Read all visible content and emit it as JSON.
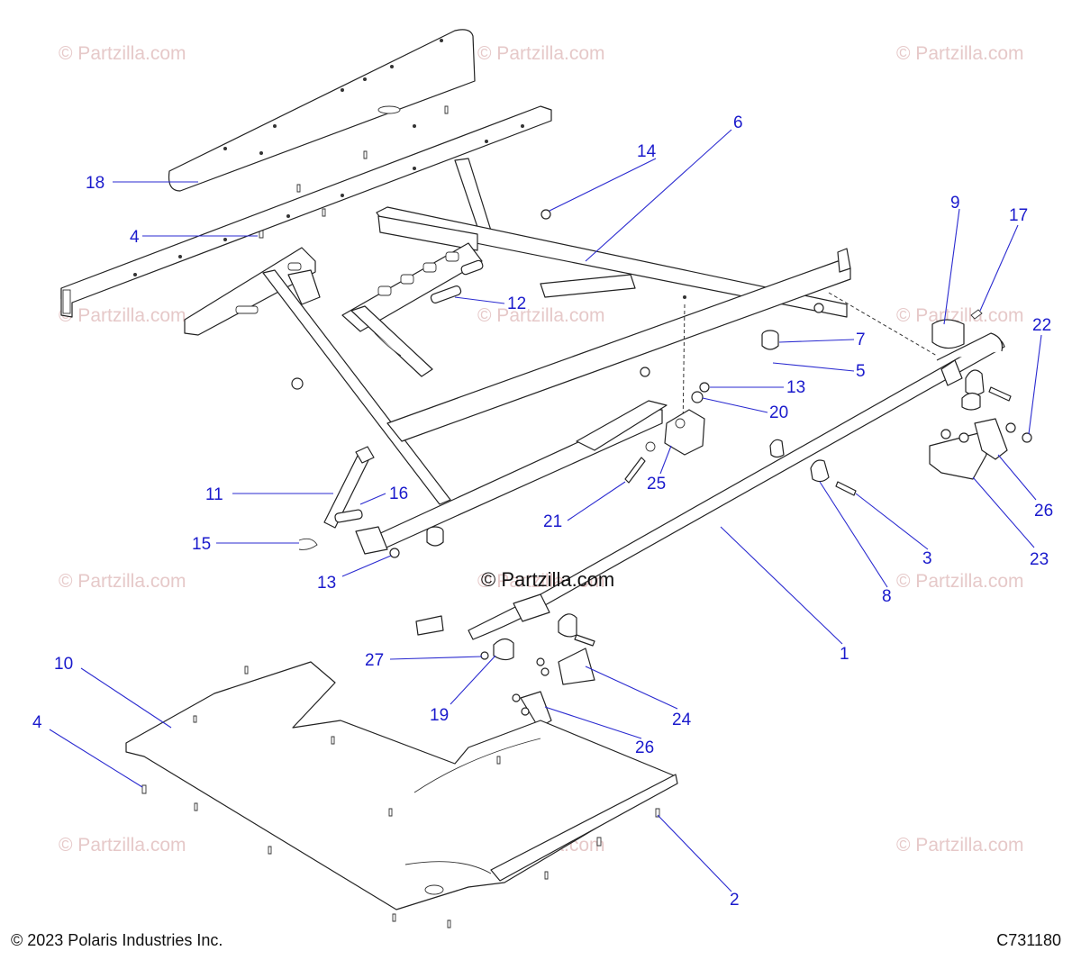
{
  "watermarks": [
    "© Partzilla.com",
    "© Partzilla.com",
    "© Partzilla.com",
    "© Partzilla.com",
    "© Partzilla.com",
    "© Partzilla.com",
    "© Partzilla.com",
    "© Partzilla.com",
    "© Partzilla.com",
    "© Partzilla.com",
    "© Partzilla.com",
    "© Partzilla.com"
  ],
  "center_watermark": "© Partzilla.com",
  "footer": {
    "copyright": "© 2023 Polaris Industries Inc.",
    "code": "C731180"
  },
  "callouts": [
    "18",
    "4",
    "14",
    "6",
    "9",
    "17",
    "22",
    "12",
    "7",
    "5",
    "13",
    "20",
    "25",
    "11",
    "16",
    "21",
    "15",
    "13",
    "3",
    "26",
    "23",
    "8",
    "1",
    "27",
    "19",
    "24",
    "26",
    "10",
    "4",
    "2"
  ],
  "colors": {
    "callout": "#1a1acc",
    "watermark": "#e6c9c9",
    "line": "#222222"
  }
}
